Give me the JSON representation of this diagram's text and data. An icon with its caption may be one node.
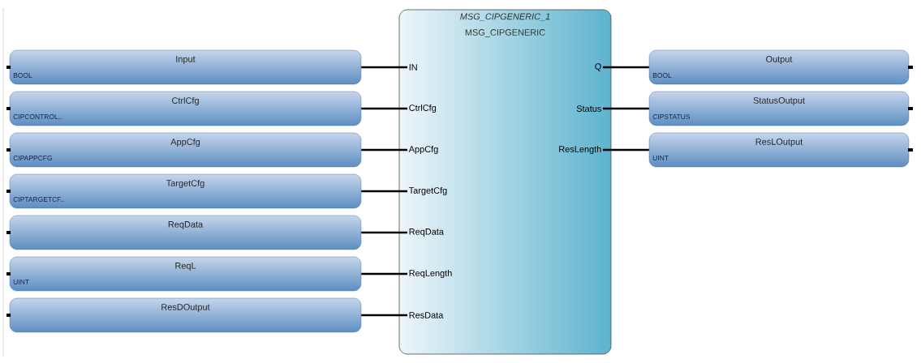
{
  "diagram": {
    "nodes": [
      {
        "text": [
          "Input",
          "BOOL"
        ]
      },
      {
        "text": [
          "CtrlCfg",
          "CIPCONTROL.."
        ]
      },
      {
        "text": [
          "AppCfg",
          "CIPAPPCFG"
        ]
      },
      {
        "text": [
          "TargetCfg",
          "CIPTARGETCF.."
        ]
      },
      {
        "text": [
          "ReqData"
        ]
      },
      {
        "text": [
          "ReqL",
          "UINT"
        ]
      },
      {
        "text": [
          "ResDOutput"
        ]
      },
      {
        "text": [
          "MSG_CIPGENERIC_1",
          "MSG_CIPGENERIC"
        ]
      },
      {
        "text": [
          "IN"
        ],
        "in": 7
      },
      {
        "text": [
          "CtrlCfg"
        ],
        "in": 7
      },
      {
        "text": [
          "AppCfg"
        ],
        "in": 7
      },
      {
        "text": [
          "TargetCfg"
        ],
        "in": 7
      },
      {
        "text": [
          "ReqData"
        ],
        "in": 7
      },
      {
        "text": [
          "ReqLength"
        ],
        "in": 7
      },
      {
        "text": [
          "ResData"
        ],
        "in": 7
      },
      {
        "text": [
          "Q"
        ],
        "in": 7
      },
      {
        "text": [
          "Status"
        ],
        "in": 7
      },
      {
        "text": [
          "ResLength"
        ],
        "in": 7
      },
      {
        "text": [
          "Output",
          "BOOL"
        ]
      },
      {
        "text": [
          "StatusOutput",
          "CIPSTATUS"
        ]
      },
      {
        "text": [
          "ResLOutput",
          "UINT"
        ]
      }
    ],
    "edges": [
      {
        "from": 0,
        "to": 8,
        "arrow": "none"
      },
      {
        "from": 1,
        "to": 9,
        "arrow": "none"
      },
      {
        "from": 2,
        "to": 10,
        "arrow": "none"
      },
      {
        "from": 3,
        "to": 11,
        "arrow": "none"
      },
      {
        "from": 4,
        "to": 12,
        "arrow": "none"
      },
      {
        "from": 5,
        "to": 13,
        "arrow": "none"
      },
      {
        "from": 6,
        "to": 14,
        "arrow": "none"
      },
      {
        "from": 15,
        "to": 18,
        "arrow": "none"
      },
      {
        "from": 16,
        "to": 19,
        "arrow": "none"
      },
      {
        "from": 17,
        "to": 20,
        "arrow": "none"
      }
    ]
  }
}
